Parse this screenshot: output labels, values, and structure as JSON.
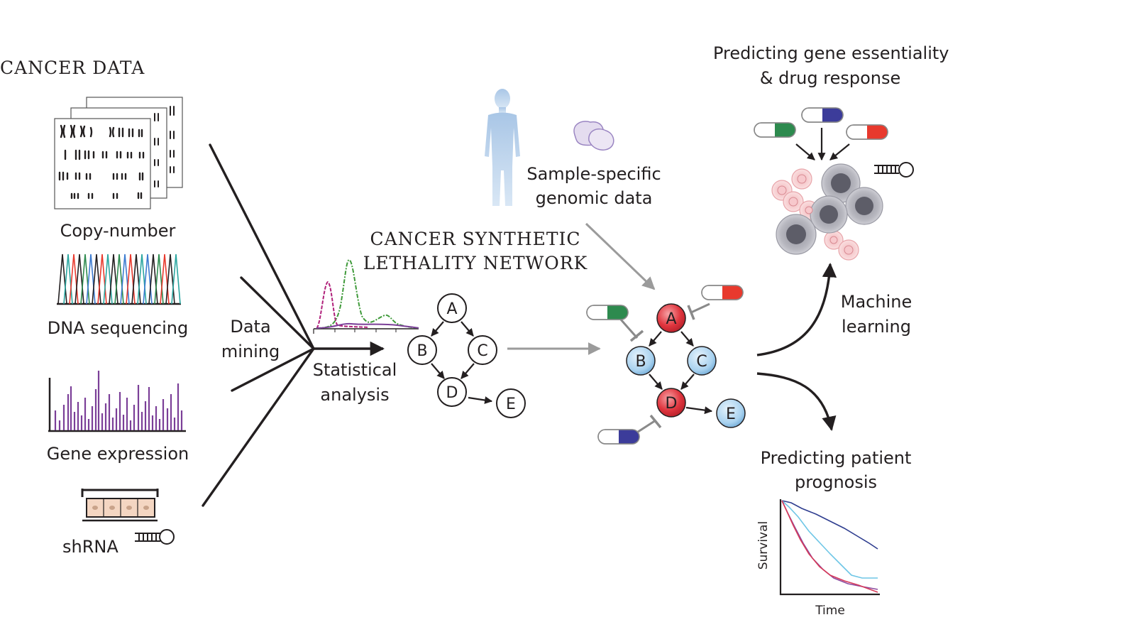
{
  "colors": {
    "red_node": "#e0363f",
    "blue_node": "#a9d2ef",
    "node_stroke": "#231f20",
    "gray_arrow": "#9b9b9b",
    "drug_green": "#2d8a4e",
    "drug_blue": "#3c3c9a",
    "drug_red": "#e8392d",
    "expression_purple": "#7b3f98",
    "survival_dark_blue": "#2e3d8f",
    "survival_light_blue": "#6ec6e6",
    "survival_purple": "#8c4b9e",
    "survival_red": "#d63a5a"
  },
  "cancer_data": {
    "title": "Cancer Data",
    "copy_number_label": "Copy-number",
    "dna_sequencing_label": "DNA sequencing",
    "gene_expression_label": "Gene expression",
    "shrna_label": "shRNA"
  },
  "data_mining": {
    "label_line1": "Data",
    "label_line2": "mining"
  },
  "statistical_analysis": {
    "label_line1": "Statistical",
    "label_line2": "analysis"
  },
  "network": {
    "title_line1": "Cancer synthetic",
    "title_line2": "lethality network",
    "nodes": [
      "A",
      "B",
      "C",
      "D",
      "E"
    ]
  },
  "sample": {
    "label_line1": "Sample-specific",
    "label_line2": "genomic data"
  },
  "machine_learning": {
    "label_line1": "Machine",
    "label_line2": "learning"
  },
  "essentiality": {
    "label_line1": "Predicting gene essentiality",
    "label_line2": "& drug response"
  },
  "prognosis": {
    "label_line1": "Predicting patient",
    "label_line2": "prognosis",
    "y_axis": "Survival",
    "x_axis": "Time"
  },
  "icons": [
    "karyotype-icon",
    "dna-sequencing-trace-icon",
    "gene-expression-bars-icon",
    "shrna-well-icon",
    "shrna-hairpin-icon",
    "human-silhouette-icon",
    "tissue-sample-icon",
    "pill-capsule-icon",
    "cancer-cells-icon",
    "survival-curve-icon"
  ]
}
